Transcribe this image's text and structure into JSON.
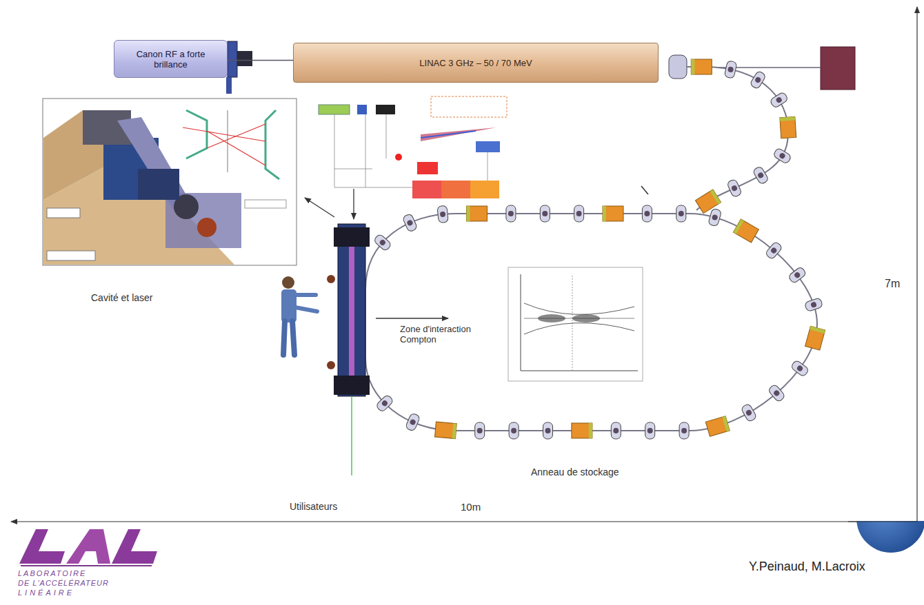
{
  "diagram": {
    "nodes": [
      {
        "text": [
          "Canon RF a forte brillance"
        ]
      },
      {
        "text": [
          "LINAC 3 GHz – 50 / 70 MeV"
        ]
      }
    ],
    "edges": [
      {
        "from": 0,
        "to": 1,
        "arrow": "none"
      }
    ],
    "labels": [
      "Cavité et laser",
      "Zone d'interaction Compton",
      "Anneau de stockage",
      "Utilisateurs",
      "10m",
      "7m",
      "Y.Peinaud, M.Lacroix",
      "LABORATOIRE",
      "DE L'ACCÉLÉRATEUR",
      "LINÉAIRE"
    ]
  }
}
